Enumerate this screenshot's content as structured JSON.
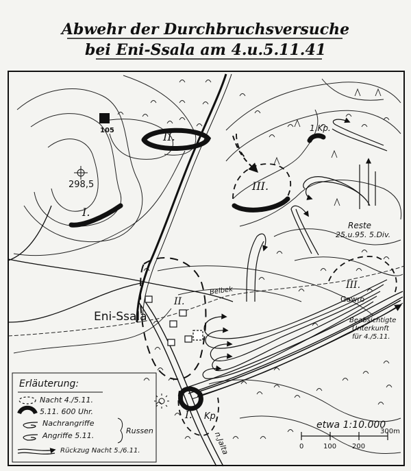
{
  "title": {
    "line1": "Abwehr der Durchbruchsversuche",
    "line2": "bei Eni-Ssala am 4.u.5.11.41"
  },
  "map_labels": {
    "height_105": "105",
    "height_2985": "298,5",
    "pos_I": "I.",
    "pos_II": "II.",
    "pos_III": "III.",
    "company": "1.Kp.",
    "reste": "Reste",
    "reste_units": "25.u.95. 5.Div.",
    "village": "Eni-Ssala",
    "village_II": "II.",
    "river": "Belbek",
    "gawro_III": "III.",
    "gawro": "Gawro",
    "shelter_1": "Beabsichtigte",
    "shelter_2": "Unterkunft",
    "shelter_3": "für 4./5.11.",
    "south_I": "I.",
    "south_kp": "Kp.",
    "road_to": "n.Jalta",
    "scale": "etwa 1:10.000",
    "scale_0": "0",
    "scale_100": "100",
    "scale_200": "200",
    "scale_300": "300m"
  },
  "legend": {
    "title": "Erläuterung:",
    "items": [
      "Nacht 4./5.11.",
      "5.11. 600 Uhr.",
      "Nachrangriffe",
      "Angriffe 5.11.",
      "Rückzug Nacht 5./6.11."
    ],
    "bracket_label": "Russen"
  }
}
